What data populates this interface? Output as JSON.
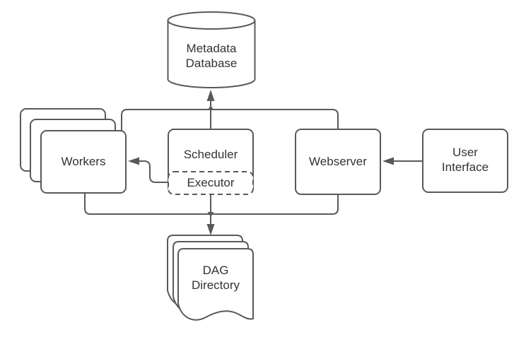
{
  "diagram": {
    "type": "architecture-diagram",
    "nodes": {
      "metadata_database": {
        "label": "Metadata\nDatabase",
        "shape": "cylinder"
      },
      "workers": {
        "label": "Workers",
        "shape": "stacked-rounded-rect",
        "stack_count": 3
      },
      "scheduler": {
        "label": "Scheduler",
        "shape": "rounded-rect"
      },
      "executor": {
        "label": "Executor",
        "shape": "dashed-rounded-rect"
      },
      "webserver": {
        "label": "Webserver",
        "shape": "rounded-rect"
      },
      "user_interface": {
        "label": "User\nInterface",
        "shape": "rounded-rect"
      },
      "dag_directory": {
        "label": "DAG\nDirectory",
        "shape": "stacked-document",
        "stack_count": 3
      }
    },
    "edges": [
      {
        "from": "scheduler",
        "to": "metadata-database",
        "arrow": "up"
      },
      {
        "from": "workers",
        "to": "metadata-database",
        "via": "top-bus"
      },
      {
        "from": "webserver",
        "to": "metadata-database",
        "via": "top-bus"
      },
      {
        "from": "executor",
        "to": "workers",
        "arrow": "left"
      },
      {
        "from": "user-interface",
        "to": "webserver",
        "arrow": "left"
      },
      {
        "from": "executor",
        "to": "dag-directory",
        "arrow": "down"
      },
      {
        "from": "workers",
        "to": "dag-directory",
        "via": "bottom-bus"
      },
      {
        "from": "webserver",
        "to": "dag-directory",
        "via": "bottom-bus"
      }
    ],
    "colors": {
      "stroke": "#595959",
      "label": "#333333",
      "node_fill": "#ffffff",
      "background": "#ffffff"
    }
  }
}
